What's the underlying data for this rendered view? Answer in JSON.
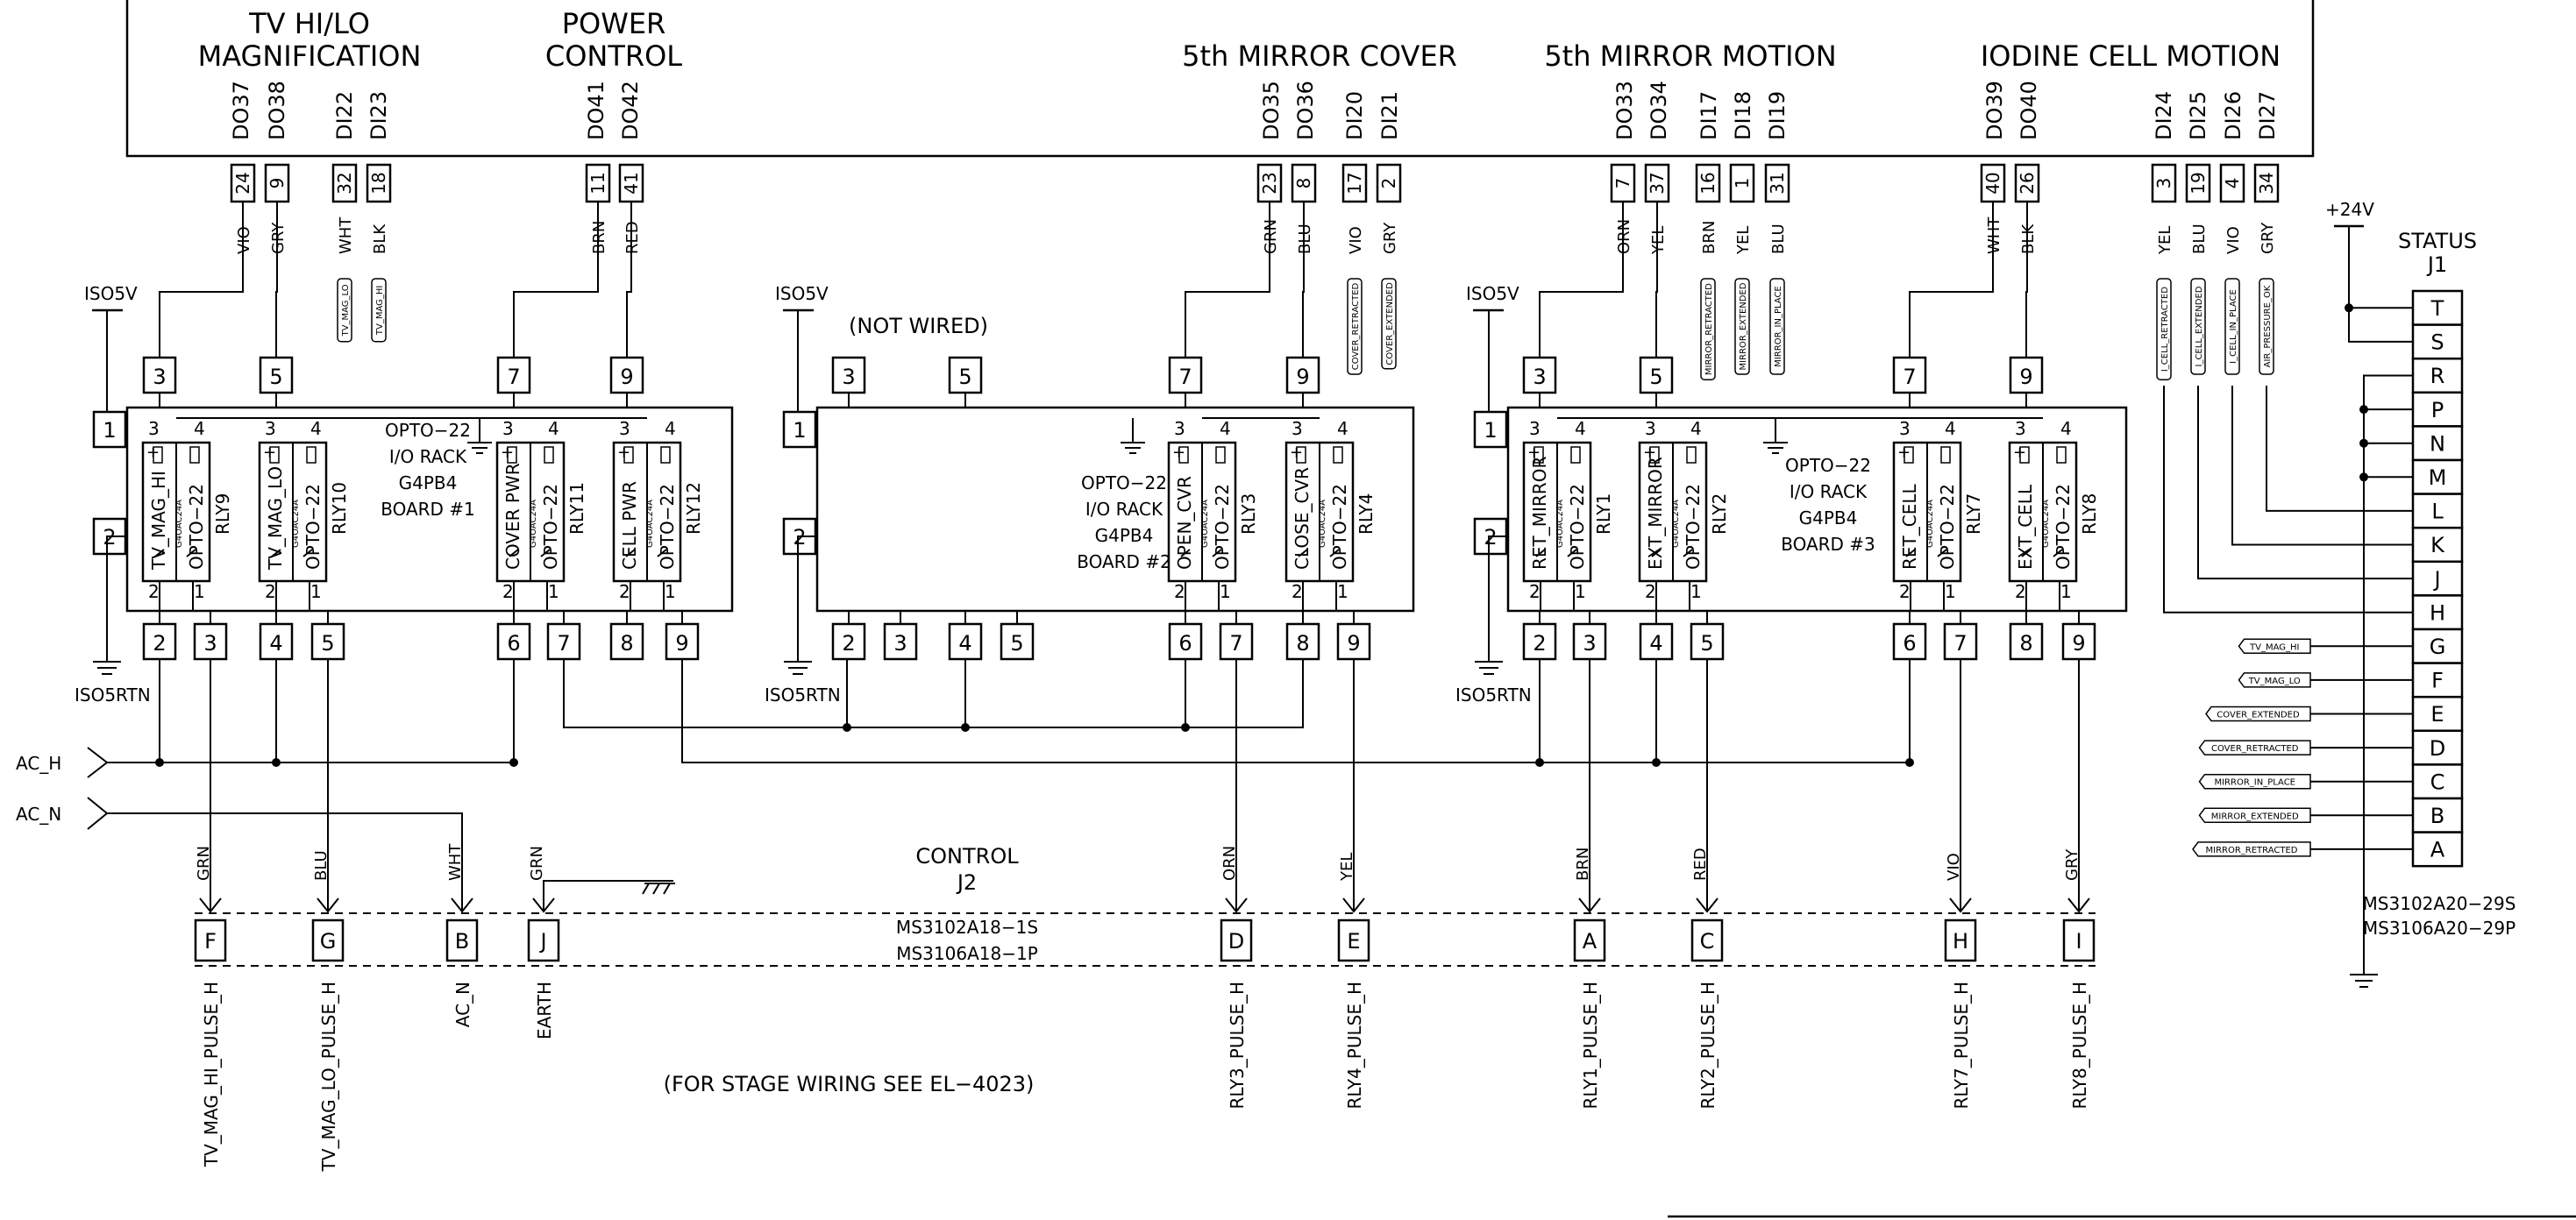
{
  "top_headers": [
    {
      "id": "tv",
      "lines": [
        "TV HI/LO",
        "MAGNIFICATION"
      ],
      "signals": [
        "DO37",
        "DO38",
        "DI22",
        "DI23"
      ]
    },
    {
      "id": "power",
      "lines": [
        "POWER",
        "CONTROL"
      ],
      "signals": [
        "DO41",
        "DO42"
      ]
    },
    {
      "id": "cover",
      "lines": [
        "5th MIRROR COVER"
      ],
      "signals": [
        "DO35",
        "DO36",
        "DI20",
        "DI21"
      ]
    },
    {
      "id": "motion",
      "lines": [
        "5th MIRROR MOTION"
      ],
      "signals": [
        "DO33",
        "DO34",
        "DI17",
        "DI18",
        "DI19"
      ]
    },
    {
      "id": "iodine",
      "lines": [
        "IODINE CELL MOTION"
      ],
      "signals": [
        "DO39",
        "DO40",
        "DI24",
        "DI25",
        "DI26",
        "DI27"
      ]
    }
  ],
  "pins_top": [
    {
      "num": "24",
      "color": "VIO"
    },
    {
      "num": "9",
      "color": "GRY"
    },
    {
      "num": "32",
      "color": "WHT",
      "tag": "TV_MAG_LO"
    },
    {
      "num": "18",
      "color": "BLK",
      "tag": "TV_MAG_HI"
    },
    {
      "num": "11",
      "color": "BRN"
    },
    {
      "num": "41",
      "color": "RED"
    },
    {
      "num": "23",
      "color": "GRN"
    },
    {
      "num": "8",
      "color": "BLU"
    },
    {
      "num": "17",
      "color": "VIO",
      "tag": "COVER_RETRACTED"
    },
    {
      "num": "2",
      "color": "GRY",
      "tag": "COVER_EXTENDED"
    },
    {
      "num": "7",
      "color": "ORN"
    },
    {
      "num": "37",
      "color": "YEL"
    },
    {
      "num": "16",
      "color": "BRN",
      "tag": "MIRROR_RETRACTED"
    },
    {
      "num": "1",
      "color": "YEL",
      "tag": "MIRROR_EXTENDED"
    },
    {
      "num": "31",
      "color": "BLU",
      "tag": "MIRROR_IN_PLACE"
    },
    {
      "num": "40",
      "color": "WHT"
    },
    {
      "num": "26",
      "color": "BLK"
    },
    {
      "num": "3",
      "color": "YEL",
      "tag": "I_CELL_RETRACTED"
    },
    {
      "num": "19",
      "color": "BLU",
      "tag": "I_CELL_EXTENDED"
    },
    {
      "num": "4",
      "color": "VIO",
      "tag": "I_CELL_IN_PLACE"
    },
    {
      "num": "34",
      "color": "GRY",
      "tag": "AIR_PRESSURE_OK"
    }
  ],
  "power_labels": {
    "iso5v": "ISO5V",
    "iso5rtn": "ISO5RTN",
    "plus24": "+24V"
  },
  "boards": [
    {
      "lines": [
        "OPTO−22",
        "I/O RACK",
        "G4PB4",
        "BOARD #1"
      ],
      "top_pins": [
        "3",
        "5",
        "7",
        "9"
      ],
      "left_pins": [
        "1",
        "2"
      ],
      "bottom_pins": [
        "2",
        "3",
        "4",
        "5",
        "6",
        "7",
        "8",
        "9"
      ]
    },
    {
      "lines": [
        "OPTO−22",
        "I/O RACK",
        "G4PB4",
        "BOARD #2"
      ],
      "top_pins": [
        "3",
        "5",
        "7",
        "9"
      ],
      "left_pins": [
        "1",
        "2"
      ],
      "bottom_pins": [
        "2",
        "3",
        "4",
        "5",
        "6",
        "7",
        "8",
        "9"
      ],
      "note": "(NOT WIRED)"
    },
    {
      "lines": [
        "OPTO−22",
        "I/O RACK",
        "G4PB4",
        "BOARD #3"
      ],
      "top_pins": [
        "3",
        "5",
        "7",
        "9"
      ],
      "left_pins": [
        "1",
        "2"
      ],
      "bottom_pins": [
        "2",
        "3",
        "4",
        "5",
        "6",
        "7",
        "8",
        "9"
      ]
    }
  ],
  "relays": [
    {
      "label": "TV_MAG_HI",
      "rly": "RLY9"
    },
    {
      "label": "TV_MAG_LO",
      "rly": "RLY10"
    },
    {
      "label": "COVER PWR",
      "rly": "RLY11"
    },
    {
      "label": "CELL PWR",
      "rly": "RLY12"
    },
    {
      "label": "OPEN_CVR",
      "rly": "RLY3"
    },
    {
      "label": "CLOSE_CVR",
      "rly": "RLY4"
    },
    {
      "label": "RET_MIRROR",
      "rly": "RLY1"
    },
    {
      "label": "EXT_MIRROR",
      "rly": "RLY2"
    },
    {
      "label": "RET_CELL",
      "rly": "RLY7"
    },
    {
      "label": "EXT_CELL",
      "rly": "RLY8"
    }
  ],
  "relay_common": {
    "opto": "OPTO−22",
    "part": "G4OAC24A",
    "p1": "1",
    "p2": "2",
    "p3": "3",
    "p4": "4",
    "plus": "+"
  },
  "ac_labels": {
    "hot": "AC_H",
    "neutral": "AC_N"
  },
  "j2": {
    "title": [
      "CONTROL",
      "J2"
    ],
    "parts": [
      "MS3102A18−1S",
      "MS3106A18−1P"
    ],
    "pins": [
      {
        "pin": "F",
        "color": "GRN",
        "signal": "TV_MAG_HI_PULSE_H"
      },
      {
        "pin": "G",
        "color": "BLU",
        "signal": "TV_MAG_LO_PULSE_H"
      },
      {
        "pin": "B",
        "color": "WHT",
        "signal": "AC_N"
      },
      {
        "pin": "J",
        "color": "GRN",
        "signal": "EARTH"
      },
      {
        "pin": "D",
        "color": "ORN",
        "signal": "RLY3_PULSE_H"
      },
      {
        "pin": "E",
        "color": "YEL",
        "signal": "RLY4_PULSE_H"
      },
      {
        "pin": "A",
        "color": "BRN",
        "signal": "RLY1_PULSE_H"
      },
      {
        "pin": "C",
        "color": "RED",
        "signal": "RLY2_PULSE_H"
      },
      {
        "pin": "H",
        "color": "VIO",
        "signal": "RLY7_PULSE_H"
      },
      {
        "pin": "I",
        "color": "GRY",
        "signal": "RLY8_PULSE_H"
      }
    ]
  },
  "note_stage": "(FOR STAGE WIRING SEE EL−4023)",
  "j1": {
    "title": [
      "STATUS",
      "J1"
    ],
    "parts": [
      "MS3102A20−29S",
      "MS3106A20−29P"
    ],
    "pins": [
      "T",
      "S",
      "R",
      "P",
      "N",
      "M",
      "L",
      "K",
      "J",
      "H",
      "G",
      "F",
      "E",
      "D",
      "C",
      "B",
      "A"
    ],
    "tags": [
      {
        "pin": "G",
        "tag": "TV_MAG_HI"
      },
      {
        "pin": "F",
        "tag": "TV_MAG_LO"
      },
      {
        "pin": "E",
        "tag": "COVER_EXTENDED"
      },
      {
        "pin": "D",
        "tag": "COVER_RETRACTED"
      },
      {
        "pin": "C",
        "tag": "MIRROR_IN_PLACE"
      },
      {
        "pin": "B",
        "tag": "MIRROR_EXTENDED"
      },
      {
        "pin": "A",
        "tag": "MIRROR_RETRACTED"
      }
    ]
  }
}
